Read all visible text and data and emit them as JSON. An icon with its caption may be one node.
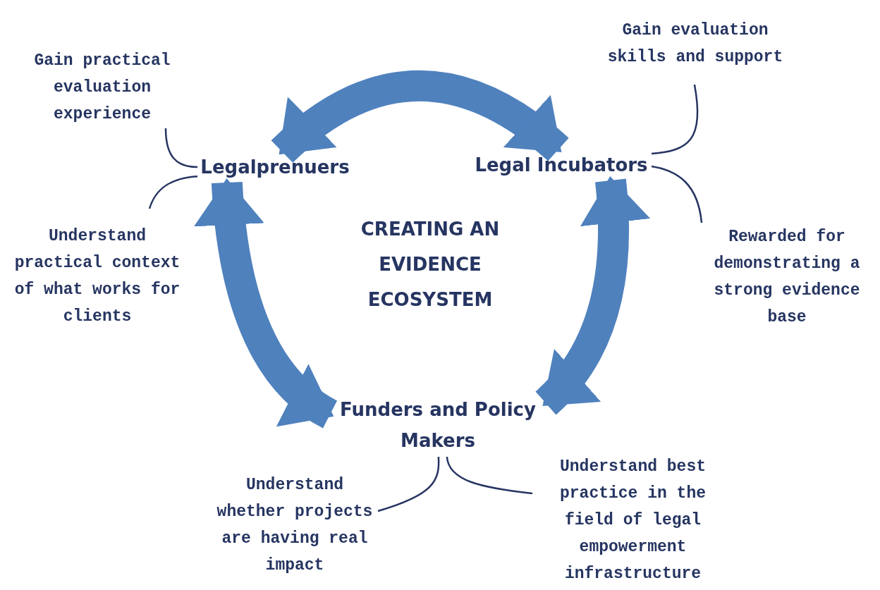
{
  "diagram": {
    "nodes": [
      {
        "text": [
          "Legalprenuers"
        ]
      },
      {
        "text": [
          "Legal Incubators"
        ]
      },
      {
        "text": [
          "Funders and Policy Makers"
        ]
      },
      {
        "text": [
          "Gain practical evaluation experience"
        ]
      },
      {
        "text": [
          "Understand practical context of what works for clients"
        ]
      },
      {
        "text": [
          "Gain evaluation skills and support"
        ]
      },
      {
        "text": [
          "Rewarded for demonstrating a strong evidence base"
        ]
      },
      {
        "text": [
          "Understand whether projects are having real impact"
        ]
      },
      {
        "text": [
          "Understand best practice in the field of legal empowerment infrastructure"
        ]
      }
    ],
    "edges": [
      {
        "from": 0,
        "to": 1,
        "arrow": "both",
        "style": "thick",
        "color": "#4f81bd"
      },
      {
        "from": 2,
        "to": 0,
        "arrow": "both",
        "style": "thick",
        "color": "#4f81bd"
      },
      {
        "from": 1,
        "to": 2,
        "arrow": "both",
        "style": "thick",
        "color": "#4f81bd"
      },
      {
        "from": 3,
        "to": 0,
        "arrow": "none"
      },
      {
        "from": 4,
        "to": 0,
        "arrow": "none"
      },
      {
        "from": 5,
        "to": 1,
        "arrow": "none"
      },
      {
        "from": 6,
        "to": 1,
        "arrow": "none"
      },
      {
        "from": 7,
        "to": 2,
        "arrow": "none"
      },
      {
        "from": 8,
        "to": 2,
        "arrow": "none"
      }
    ],
    "labels": [
      "CREATING AN EVIDENCE ECOSYSTEM"
    ]
  }
}
